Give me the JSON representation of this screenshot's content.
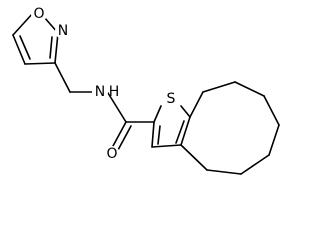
{
  "molecule": {
    "atoms": {
      "isoxazole_o": "O",
      "isoxazole_n": "N",
      "amide_n": "N",
      "amide_h": "H",
      "thiophene_s": "S",
      "carbonyl_o": "O"
    }
  }
}
